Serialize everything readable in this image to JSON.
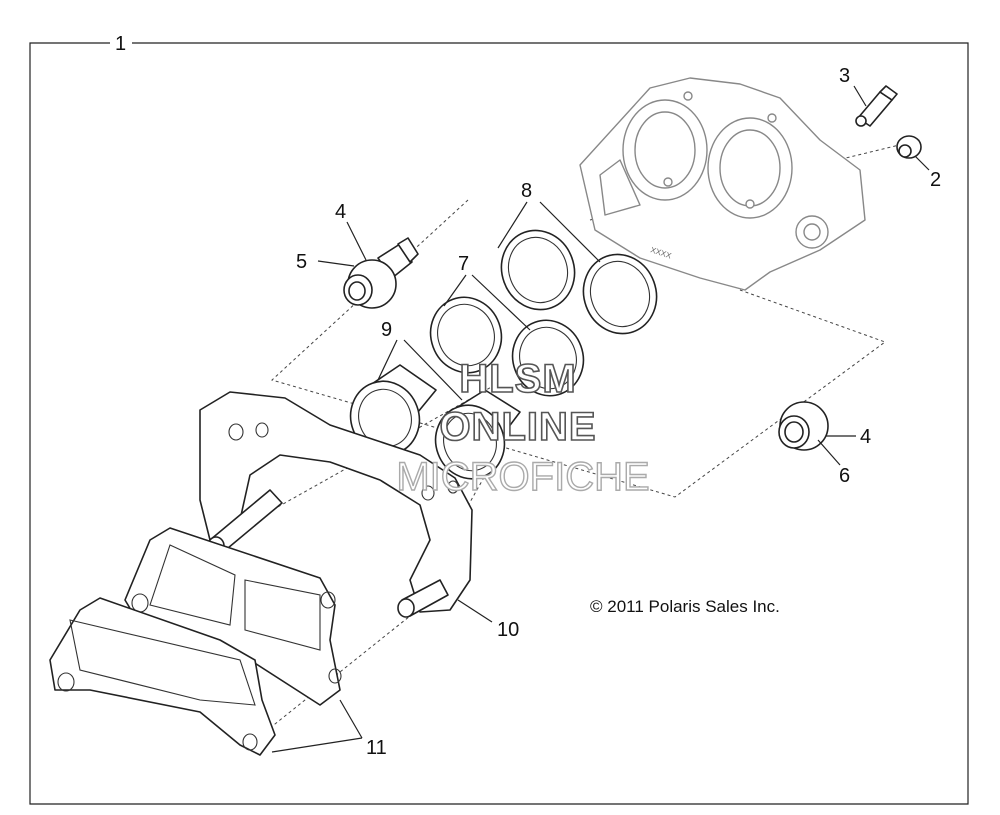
{
  "callouts": {
    "c1": "1",
    "c2": "2",
    "c3": "3",
    "c4a": "4",
    "c4b": "4",
    "c5": "5",
    "c6": "6",
    "c7": "7",
    "c8": "8",
    "c9": "9",
    "c10": "10",
    "c11": "11"
  },
  "copyright": "© 2011 Polaris Sales Inc.",
  "watermark": {
    "line1": "HLSM",
    "line2": "ONLINE",
    "line3": "MICROFICHE"
  },
  "housing_mark": "XXXX"
}
